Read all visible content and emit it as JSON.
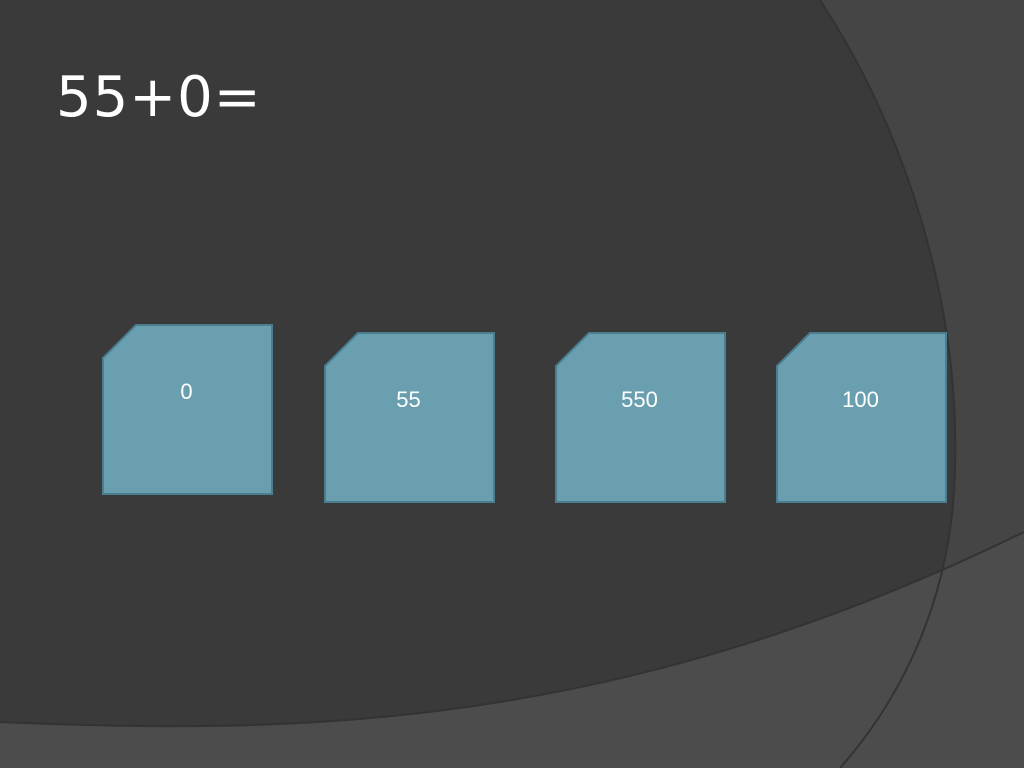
{
  "slide": {
    "question": "55+0=",
    "answers": [
      {
        "label": "0"
      },
      {
        "label": "55"
      },
      {
        "label": "550"
      },
      {
        "label": "100"
      }
    ]
  },
  "colors": {
    "background": "#3a3a3a",
    "background_curve": "#4c4c4c",
    "answer_fill": "#6a9fb0",
    "answer_border": "#4a7f91",
    "text": "#ffffff"
  }
}
